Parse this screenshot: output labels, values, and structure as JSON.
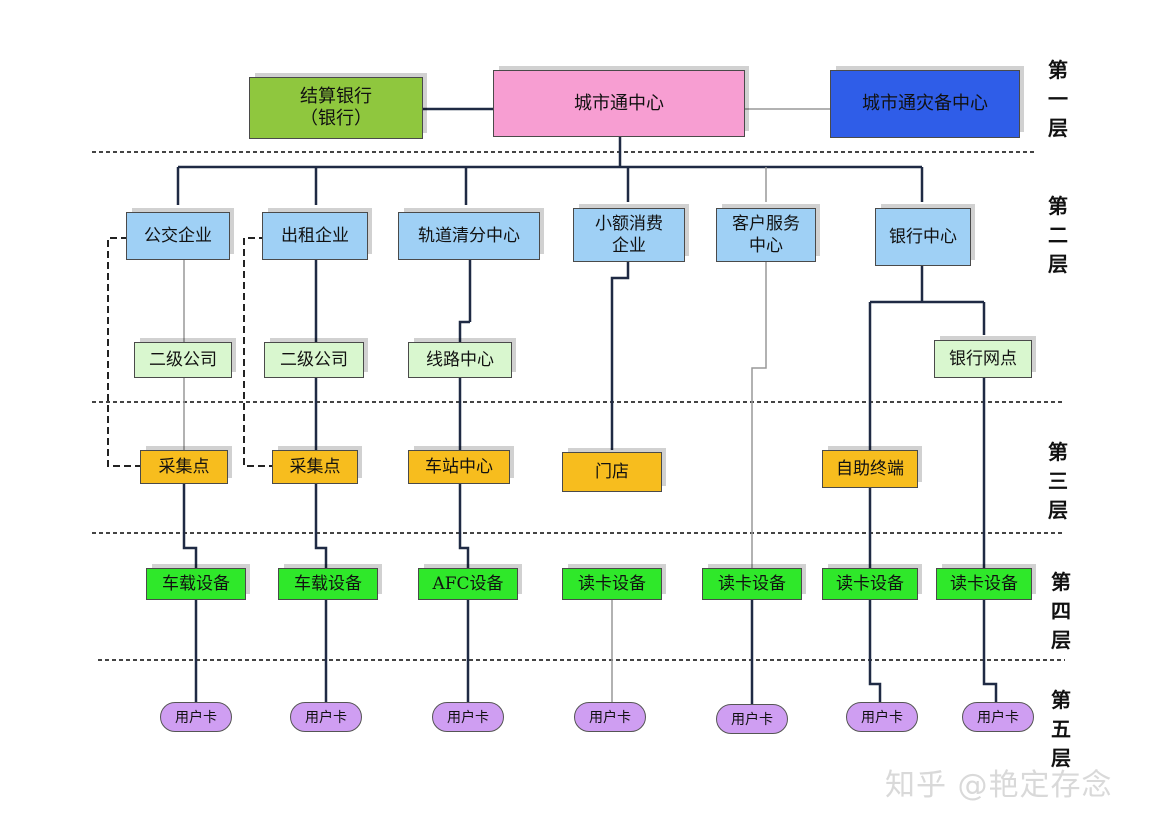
{
  "layers": [
    {
      "label": "第\n一\n层"
    },
    {
      "label": "第\n二\n层"
    },
    {
      "label": "第\n三\n层"
    },
    {
      "label": "第\n四\n层"
    },
    {
      "label": "第\n五\n层"
    }
  ],
  "tier1": {
    "settlement_bank": "结算银行\n（银行）",
    "city_center": "城市通中心",
    "disaster_center": "城市通灾备中心"
  },
  "tier2": {
    "bus": "公交企业",
    "taxi": "出租企业",
    "rail_clearing": "轨道清分中心",
    "micro_pay": "小额消费\n企业",
    "customer_service": "客户服务\n中心",
    "bank_center": "银行中心",
    "sub_company_1": "二级公司",
    "sub_company_2": "二级公司",
    "line_center": "线路中心",
    "bank_branch": "银行网点"
  },
  "tier3": {
    "collect_1": "采集点",
    "collect_2": "采集点",
    "station_center": "车站中心",
    "store": "门店",
    "self_service": "自助终端"
  },
  "tier4": {
    "onboard_1": "车载设备",
    "onboard_2": "车载设备",
    "afc": "AFC设备",
    "reader_1": "读卡设备",
    "reader_2": "读卡设备",
    "reader_3": "读卡设备",
    "reader_4": "读卡设备"
  },
  "tier5": {
    "card_1": "用户卡",
    "card_2": "用户卡",
    "card_3": "用户卡",
    "card_4": "用户卡",
    "card_5": "用户卡",
    "card_6": "用户卡",
    "card_7": "用户卡"
  },
  "watermark": "知乎 @艳定存念",
  "colors": {
    "pink": "#f79ed2",
    "olive_green": "#8fc73e",
    "blue": "#2f5de8",
    "light_blue": "#9fd0f5",
    "pale_green": "#d9f7cf",
    "orange": "#f7bd1e",
    "green": "#2fe82a",
    "lavender": "#cf9ef2"
  }
}
